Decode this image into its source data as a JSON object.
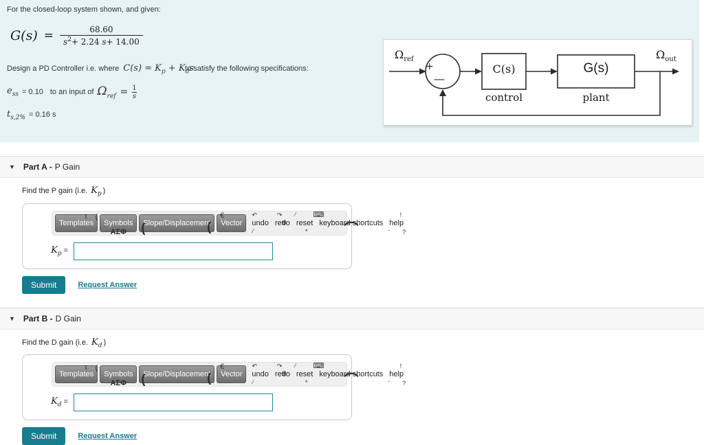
{
  "problem": {
    "intro": "For the closed-loop system shown, and given:",
    "tf": {
      "lhs": "G(s)",
      "eq": "=",
      "num": "68.60",
      "den": [
        "s",
        "2",
        "+ 2.24 ",
        "s",
        "+ 14.00"
      ]
    },
    "design_pre": "Design a PD Controller i.e. where",
    "ctrl": [
      "C(s) = K",
      "p",
      " + K",
      "d",
      "s"
    ],
    "design_post": "to satisfy the following specifications:",
    "spec1": {
      "var": "e",
      "sub": "ss",
      "val": "= 0.10",
      "mid": "to an input of",
      "omega": "Ω",
      "omega_sub": "ref",
      "eq": "=",
      "frac_num": "1",
      "frac_den": "s"
    },
    "spec2": {
      "var": "t",
      "sub": "s,2%",
      "val": "= 0.16 s"
    }
  },
  "diagram": {
    "omega_ref": "Ω",
    "omega_ref_sub": "ref",
    "plus": "+",
    "minus": "—",
    "controller": "C(s)",
    "controller_caption": "control",
    "plant": "G(s)",
    "plant_caption": "plant",
    "omega_out": "Ω",
    "omega_out_sub": "out"
  },
  "toolbar": {
    "templates": "Templates",
    "symbols": "Symbols",
    "slope": "Slope/Displacement",
    "vector": "Vector",
    "undo": "undo",
    "redo": "redo",
    "reset": "reset",
    "keyboard": "keyboard shortcuts",
    "help": "help",
    "glyphs": {
      "tau": "τ",
      "paren": "(",
      "sigma": "ΑΣΦ",
      "big_paren": "(",
      "euro": "€",
      "undo_arrow": "↶",
      "undo_frac": "⁄",
      "redo_arrow": "↷",
      "redo_blob": "⊕",
      "slash": "⁄",
      "kbd": "⌨",
      "star": "*",
      "arc": "⌒",
      "bang": "!",
      "dash": "-",
      "qmark": "?"
    }
  },
  "parts": [
    {
      "header_bold": "Part A -",
      "header_rest": "P Gain",
      "find_pre": "Find the P gain (i.e.",
      "k": "K",
      "k_sub": "p",
      "find_post": ")",
      "eq": "=",
      "input_value": "",
      "submit": "Submit",
      "request_answer": "Request Answer"
    },
    {
      "header_bold": "Part B -",
      "header_rest": "D Gain",
      "find_pre": "Find the D gain (i.e.",
      "k": "K",
      "k_sub": "d",
      "find_post": ")",
      "eq": "=",
      "input_value": "",
      "submit": "Submit",
      "request_answer": "Request Answer"
    }
  ],
  "colors": {
    "accent": "#177d8e",
    "panel": "#e7f3f4",
    "header_bg": "#f7f7f7"
  }
}
